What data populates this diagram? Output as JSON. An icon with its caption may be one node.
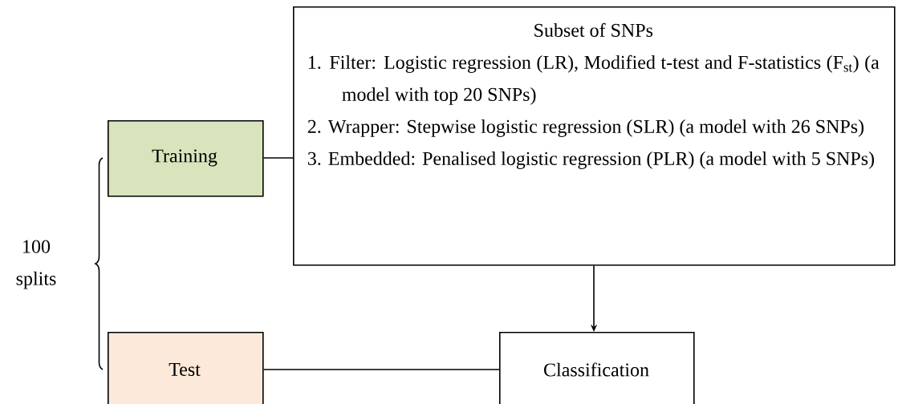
{
  "diagram": {
    "nodes": [
      {
        "text": [
          "Training"
        ]
      },
      {
        "text": [
          "Test"
        ]
      },
      {
        "text": [
          "Subset of SNPs",
          "1. Filter: Logistic regression (LR), Modified t-test and F-statistics (F$_{st}$) (a model with top 20 SNPs)",
          "2. Wrapper: Stepwise logistic regression (SLR) (a model with 26 SNPs)",
          "3. Embedded: Penalised logistic regression (PLR) (a model with 5 SNPs)"
        ]
      },
      {
        "text": [
          "Classification"
        ]
      }
    ],
    "edges": [
      {
        "from": 0,
        "to": 2,
        "arrow": "none"
      },
      {
        "from": 2,
        "to": 3,
        "arrow": "to"
      },
      {
        "from": 1,
        "to": 3,
        "arrow": "none"
      }
    ],
    "labels": [
      "100 splits"
    ]
  }
}
